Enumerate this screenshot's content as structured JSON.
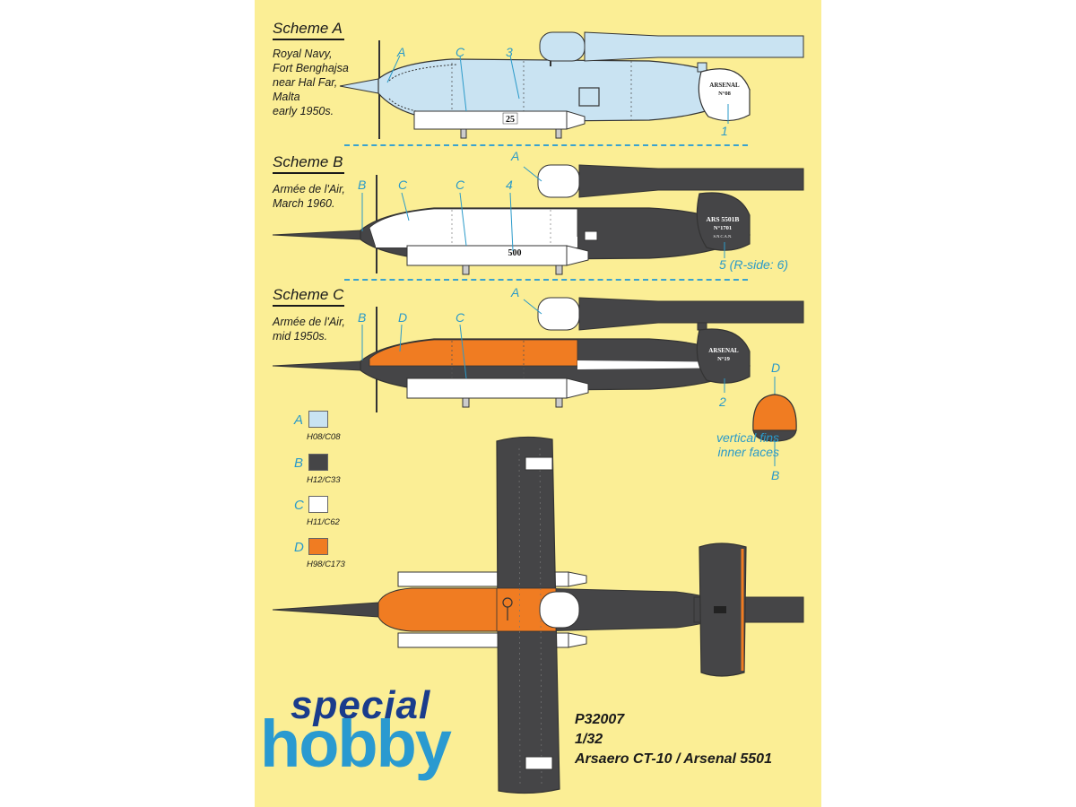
{
  "schemes": [
    {
      "title": "Scheme A",
      "lines": [
        "Royal Navy,",
        "Fort Benghajsa",
        "near Hal Far,",
        "Malta",
        "early 1950s."
      ]
    },
    {
      "title": "Scheme B",
      "lines": [
        "Armée de l'Air,",
        "March 1960."
      ]
    },
    {
      "title": "Scheme C",
      "lines": [
        "Armée de l'Air,",
        "mid 1950s."
      ]
    }
  ],
  "callouts": {
    "a": {
      "A": "A",
      "C": "C",
      "n3": "3",
      "n1": "1"
    },
    "b": {
      "A": "A",
      "B": "B",
      "C1": "C",
      "C2": "C",
      "n4": "4",
      "n5": "5 (R-side: 6)"
    },
    "c": {
      "A": "A",
      "B": "B",
      "D": "D",
      "C": "C",
      "n2": "2"
    }
  },
  "fin_inset": {
    "top_letter": "D",
    "bottom_letter": "B",
    "label_line1": "vertical fins",
    "label_line2": "inner faces"
  },
  "markings": {
    "a_serial": "25",
    "a_tail1": "ARSENAL",
    "a_tail2": "N°08",
    "b_serial": "500",
    "b_tail1": "ARS 5501B",
    "b_tail2": "N°1701",
    "b_tail3": "S.N.C.A.N.",
    "c_tail1": "ARSENAL",
    "c_tail2": "N°19"
  },
  "colors": [
    {
      "letter": "A",
      "code": "H08/C08",
      "hex": "#c9e3f2"
    },
    {
      "letter": "B",
      "code": "H12/C33",
      "hex": "#454547"
    },
    {
      "letter": "C",
      "code": "H11/C62",
      "hex": "#ffffff"
    },
    {
      "letter": "D",
      "code": "H98/C173",
      "hex": "#f07c22"
    }
  ],
  "logo": {
    "line1": "special",
    "line2": "hobby"
  },
  "product": {
    "code": "P32007",
    "scale": "1/32",
    "name": "Arsaero CT-10 / Arsenal 5501"
  }
}
